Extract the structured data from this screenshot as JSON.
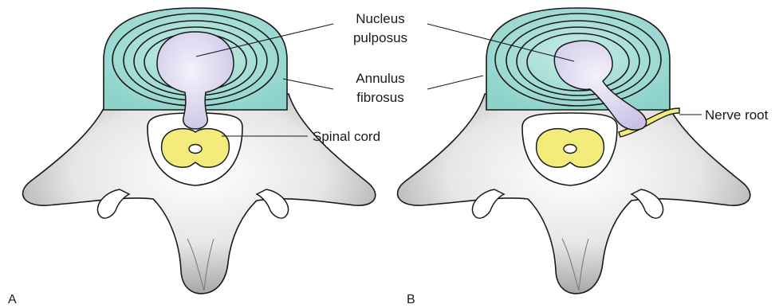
{
  "labels": {
    "nucleus_line1": "Nucleus",
    "nucleus_line2": "pulposus",
    "annulus_line1": "Annulus",
    "annulus_line2": "fibrosus",
    "spinal_cord": "Spinal cord",
    "nerve_root": "Nerve root"
  },
  "panels": {
    "a": "A",
    "b": "B"
  },
  "colors": {
    "annulus": "#a6ddd7",
    "nucleus": "#ddd8ef",
    "spinal_cord": "#f3ec7a",
    "nerve_root": "#f3ec7a",
    "vertebra": "#d9d9d9",
    "outline": "#1a1a1a"
  }
}
